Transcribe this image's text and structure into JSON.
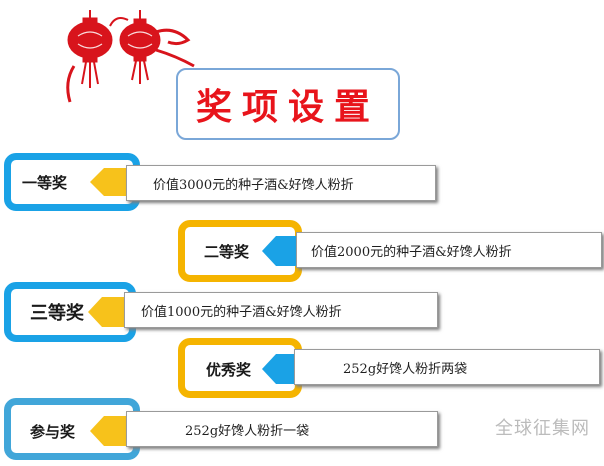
{
  "title": "奖项设置",
  "colors": {
    "title_red": "#e8141b",
    "frame_blue": "#1aa2e6",
    "frame_gold": "#f5b400",
    "frame_light_blue": "#41a6d9",
    "wedge_gold": "#f7c21b",
    "wedge_blue": "#1aa2e6",
    "lantern_red": "#d8141c"
  },
  "awards": [
    {
      "name": "一等奖",
      "prize": "价值3000元的种子酒&好馋人粉折"
    },
    {
      "name": "二等奖",
      "prize": "价值2000元的种子酒&好馋人粉折"
    },
    {
      "name": "三等奖",
      "prize": "价值1000元的种子酒&好馋人粉折"
    },
    {
      "name": "优秀奖",
      "prize": "252g好馋人粉折两袋"
    },
    {
      "name": "参与奖",
      "prize": "252g好馋人粉折一袋"
    }
  ],
  "watermark": "全球征集网"
}
